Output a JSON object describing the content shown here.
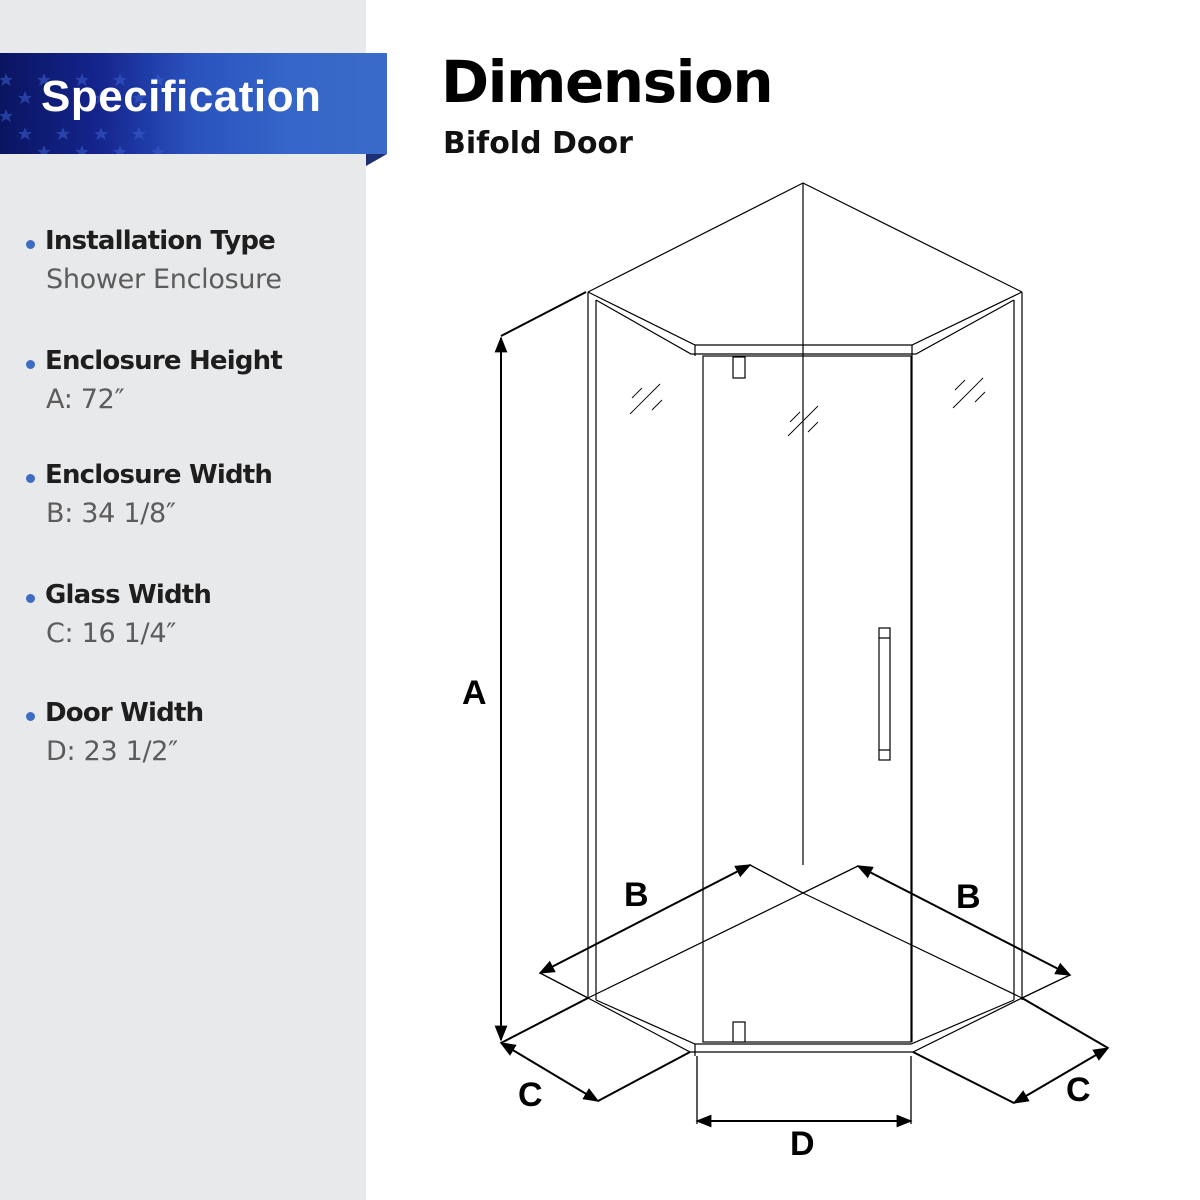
{
  "sidebar": {
    "banner_title": "Specification",
    "items": [
      {
        "label": "Installation Type",
        "value": "Shower Enclosure"
      },
      {
        "label": "Enclosure Height",
        "value": "A: 72″"
      },
      {
        "label": "Enclosure Width",
        "value": "B: 34 1/8″"
      },
      {
        "label": "Glass Width",
        "value": "C: 16 1/4″"
      },
      {
        "label": "Door Width",
        "value": "D: 23 1/2″"
      }
    ],
    "colors": {
      "background": "#e8e9eb",
      "banner_dark": "#0a1560",
      "banner_light": "#3a6bc9",
      "bullet": "#3e6bc4"
    }
  },
  "main": {
    "title": "Dimension",
    "subtitle": "Bifold Door",
    "diagram": {
      "labels": {
        "A": "A",
        "B_left": "B",
        "B_right": "B",
        "C_left": "C",
        "C_right": "C",
        "D": "D"
      }
    }
  }
}
